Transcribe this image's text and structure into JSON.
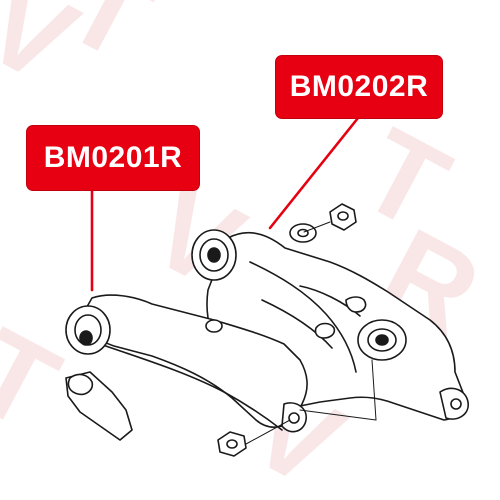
{
  "callouts": {
    "upper_part": "BM0202R",
    "lower_part": "BM0201R"
  },
  "colors": {
    "callout_fill": "#e60012",
    "leader_line": "#e60012",
    "callout_text": "#ffffff",
    "line_art": "#1a1a1a",
    "watermark": "#f3c9cc"
  },
  "watermark": {
    "text": "VTR"
  }
}
